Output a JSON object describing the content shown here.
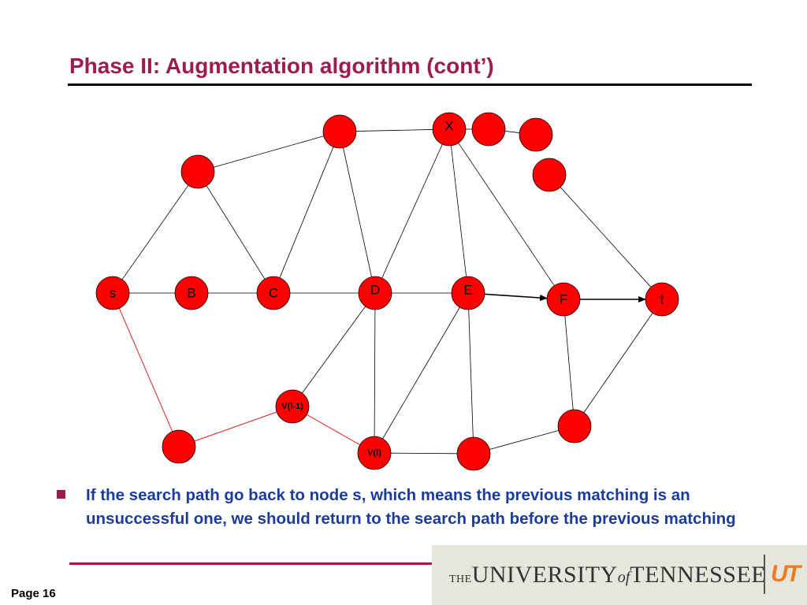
{
  "slide": {
    "title": "Phase II: Augmentation algorithm (cont’)",
    "bullet_text": "If the search path go back to node s, which means the previous matching is an unsuccessful one, we should return to the search path before the previous matching",
    "page_label": "Page 16"
  },
  "logo": {
    "the": "THE",
    "university": "UNIVERSITY",
    "of": "of",
    "tennessee": "TENNESSEE",
    "mark": "UT"
  },
  "colors": {
    "title": "#9c1c4d",
    "bullet_text": "#1c3c9c",
    "node_fill": "#ff0000",
    "red_edge": "#e02020",
    "black_edge": "#000000"
  },
  "graph": {
    "nodes": [
      {
        "id": "s",
        "label": "s"
      },
      {
        "id": "B",
        "label": "B"
      },
      {
        "id": "C",
        "label": "C"
      },
      {
        "id": "D",
        "label": "D"
      },
      {
        "id": "E",
        "label": "E"
      },
      {
        "id": "F",
        "label": "F"
      },
      {
        "id": "t",
        "label": "t"
      },
      {
        "id": "X",
        "label": "X"
      },
      {
        "id": "Vl1",
        "label": "V(l-1)"
      },
      {
        "id": "Vl",
        "label": "V(l)"
      },
      {
        "id": "n_top",
        "label": ""
      },
      {
        "id": "n_upleft",
        "label": ""
      },
      {
        "id": "n_r1",
        "label": ""
      },
      {
        "id": "n_r2",
        "label": ""
      },
      {
        "id": "n_r3",
        "label": ""
      },
      {
        "id": "n_botleft",
        "label": ""
      },
      {
        "id": "n_botmid",
        "label": ""
      },
      {
        "id": "n_botright",
        "label": ""
      }
    ],
    "edges": [
      {
        "from": "s",
        "to": "B",
        "style": "black"
      },
      {
        "from": "B",
        "to": "C",
        "style": "black"
      },
      {
        "from": "C",
        "to": "D",
        "style": "black"
      },
      {
        "from": "D",
        "to": "E",
        "style": "black"
      },
      {
        "from": "E",
        "to": "F",
        "style": "arrow"
      },
      {
        "from": "F",
        "to": "t",
        "style": "arrow"
      },
      {
        "from": "s",
        "to": "n_upleft",
        "style": "black"
      },
      {
        "from": "n_upleft",
        "to": "C",
        "style": "black"
      },
      {
        "from": "n_upleft",
        "to": "n_top",
        "style": "black"
      },
      {
        "from": "n_top",
        "to": "X",
        "style": "black"
      },
      {
        "from": "n_top",
        "to": "C",
        "style": "black"
      },
      {
        "from": "n_top",
        "to": "D",
        "style": "black"
      },
      {
        "from": "X",
        "to": "D",
        "style": "black"
      },
      {
        "from": "X",
        "to": "E",
        "style": "black"
      },
      {
        "from": "X",
        "to": "F",
        "style": "black"
      },
      {
        "from": "X",
        "to": "n_r1",
        "style": "black"
      },
      {
        "from": "n_r1",
        "to": "n_r2",
        "style": "black"
      },
      {
        "from": "n_r3",
        "to": "t",
        "style": "black"
      },
      {
        "from": "D",
        "to": "Vl1",
        "style": "black"
      },
      {
        "from": "D",
        "to": "Vl",
        "style": "black"
      },
      {
        "from": "E",
        "to": "Vl",
        "style": "black"
      },
      {
        "from": "E",
        "to": "n_botmid",
        "style": "black"
      },
      {
        "from": "Vl",
        "to": "n_botmid",
        "style": "black"
      },
      {
        "from": "n_botmid",
        "to": "n_botright",
        "style": "black"
      },
      {
        "from": "F",
        "to": "n_botright",
        "style": "black"
      },
      {
        "from": "n_botright",
        "to": "t",
        "style": "black"
      },
      {
        "from": "s",
        "to": "n_botleft",
        "style": "red"
      },
      {
        "from": "n_botleft",
        "to": "Vl1",
        "style": "red"
      },
      {
        "from": "Vl1",
        "to": "Vl",
        "style": "red"
      }
    ]
  }
}
